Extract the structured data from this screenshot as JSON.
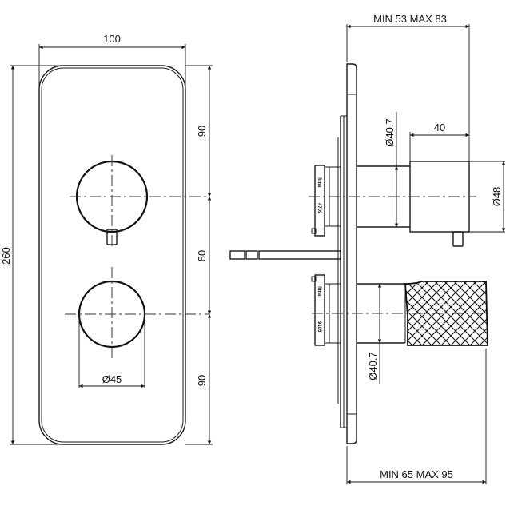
{
  "drawing": {
    "front_view": {
      "width_dim": "100",
      "height_dim": "260",
      "upper_spacing": "90",
      "middle_spacing": "80",
      "lower_spacing": "90",
      "knob_diameter": "Ø45"
    },
    "side_view": {
      "top_depth": "MIN 53 MAX 83",
      "bottom_depth": "MIN 65 MAX 95",
      "handle_length": "40",
      "upper_body_diameter": "Ø40.7",
      "lower_body_diameter": "Ø40.7",
      "handle_diameter": "Ø48",
      "upper_flange_brand": "fima",
      "upper_flange_code": "4709",
      "lower_flange_brand": "fima",
      "lower_flange_code": "9105"
    }
  },
  "colors": {
    "line": "#1a1a1a",
    "background": "#ffffff"
  }
}
